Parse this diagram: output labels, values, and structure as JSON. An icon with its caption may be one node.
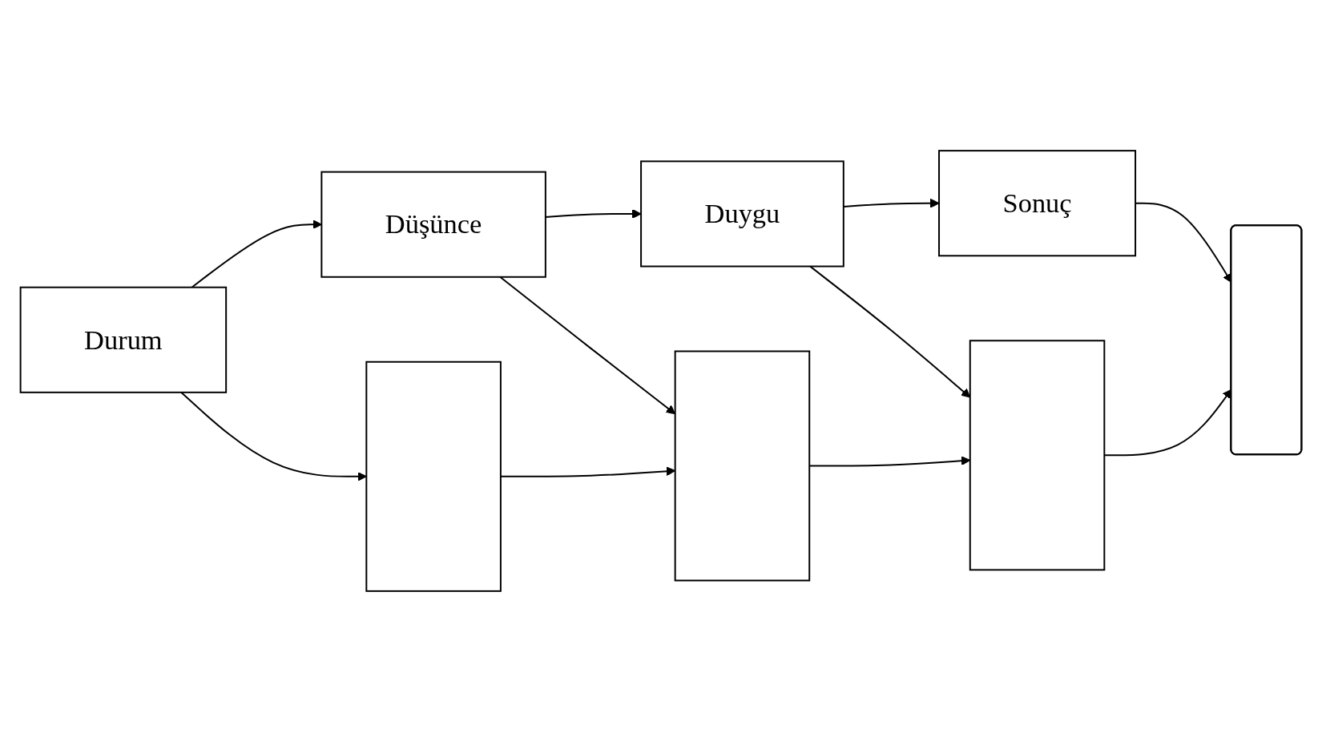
{
  "diagram": {
    "nodes": [
      {
        "text": [
          "Durum"
        ]
      },
      {
        "text": [
          "Düşünce"
        ]
      },
      {
        "text": [
          "Duygu"
        ]
      },
      {
        "text": [
          "Sonuç"
        ]
      },
      {
        "text": [],
        "shape": "box"
      },
      {
        "text": [],
        "shape": "box"
      },
      {
        "text": [],
        "shape": "box"
      },
      {
        "text": [],
        "shape": "rounded"
      }
    ],
    "edges": [
      {
        "from": 0,
        "to": 1,
        "arrow": "to"
      },
      {
        "from": 1,
        "to": 2,
        "arrow": "to"
      },
      {
        "from": 2,
        "to": 3,
        "arrow": "to"
      },
      {
        "from": 0,
        "to": 4,
        "arrow": "to"
      },
      {
        "from": 1,
        "to": 5,
        "arrow": "to"
      },
      {
        "from": 2,
        "to": 6,
        "arrow": "to"
      },
      {
        "from": 3,
        "to": 7,
        "arrow": "to"
      },
      {
        "from": 4,
        "to": 5,
        "arrow": "to"
      },
      {
        "from": 5,
        "to": 6,
        "arrow": "to"
      },
      {
        "from": 6,
        "to": 7,
        "arrow": "to"
      }
    ]
  }
}
